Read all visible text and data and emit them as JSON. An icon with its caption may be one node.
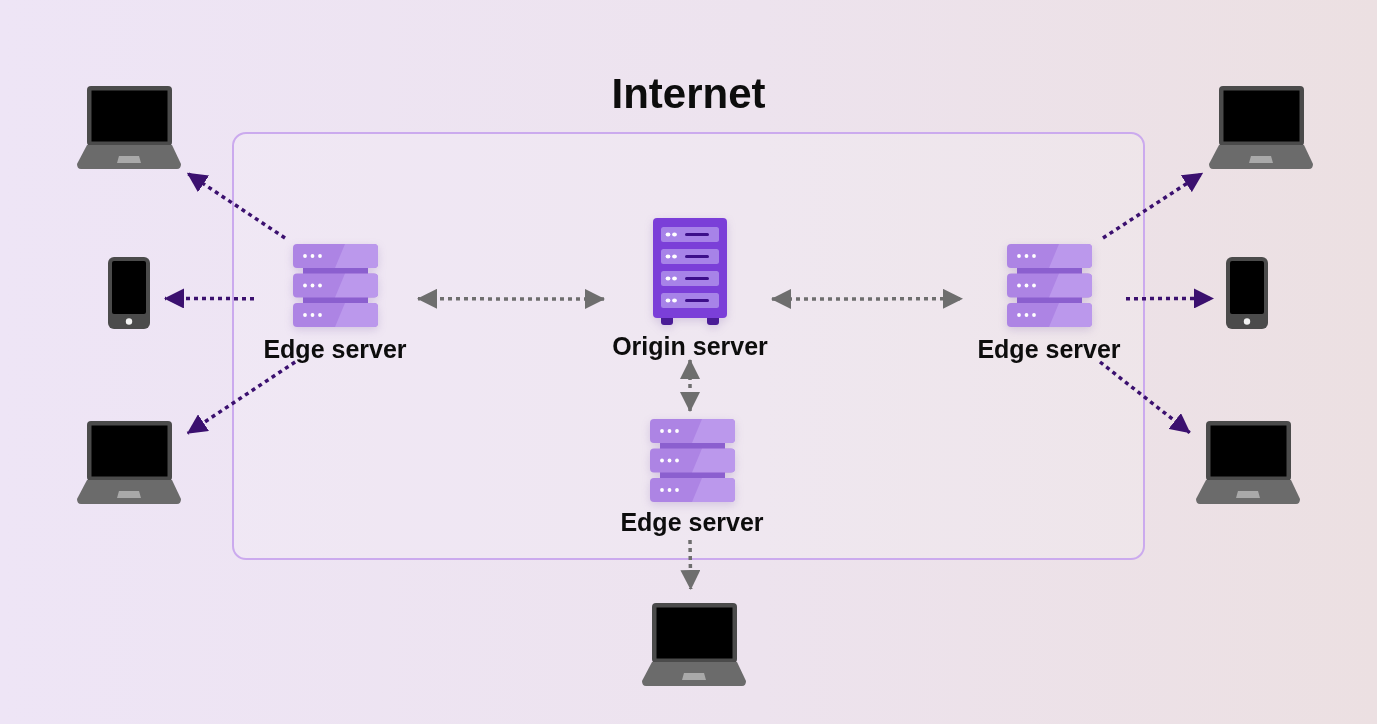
{
  "diagram": {
    "nodes": [
      {
        "text": [
          "Internet"
        ]
      },
      {
        "text": [
          "Edge server"
        ],
        "in": 0
      },
      {
        "text": [
          "Origin server"
        ],
        "in": 0
      },
      {
        "text": [
          "Edge server"
        ],
        "in": 0
      },
      {
        "text": [
          "Edge server"
        ],
        "in": 0
      },
      {
        "text": [],
        "shape": "laptop"
      },
      {
        "text": [],
        "shape": "phone"
      },
      {
        "text": [],
        "shape": "laptop"
      },
      {
        "text": [],
        "shape": "laptop"
      },
      {
        "text": [],
        "shape": "phone"
      },
      {
        "text": [],
        "shape": "laptop"
      },
      {
        "text": [],
        "shape": "laptop"
      }
    ],
    "edges": [
      {
        "from": 1,
        "to": 5,
        "arrow": "to",
        "style": "dashed"
      },
      {
        "from": 1,
        "to": 6,
        "arrow": "to",
        "style": "dashed"
      },
      {
        "from": 1,
        "to": 7,
        "arrow": "to",
        "style": "dashed"
      },
      {
        "from": 2,
        "to": 1,
        "arrow": "both",
        "style": "dashed",
        "color": "#6e6e6e"
      },
      {
        "from": 2,
        "to": 3,
        "arrow": "both",
        "style": "dashed",
        "color": "#6e6e6e"
      },
      {
        "from": 2,
        "to": 4,
        "arrow": "both",
        "style": "dashed",
        "color": "#6e6e6e"
      },
      {
        "from": 3,
        "to": 8,
        "arrow": "to",
        "style": "dashed"
      },
      {
        "from": 3,
        "to": 9,
        "arrow": "to",
        "style": "dashed"
      },
      {
        "from": 3,
        "to": 10,
        "arrow": "to",
        "style": "dashed"
      },
      {
        "from": 4,
        "to": 11,
        "arrow": "to",
        "style": "dashed",
        "color": "#6e6e6e"
      }
    ]
  }
}
